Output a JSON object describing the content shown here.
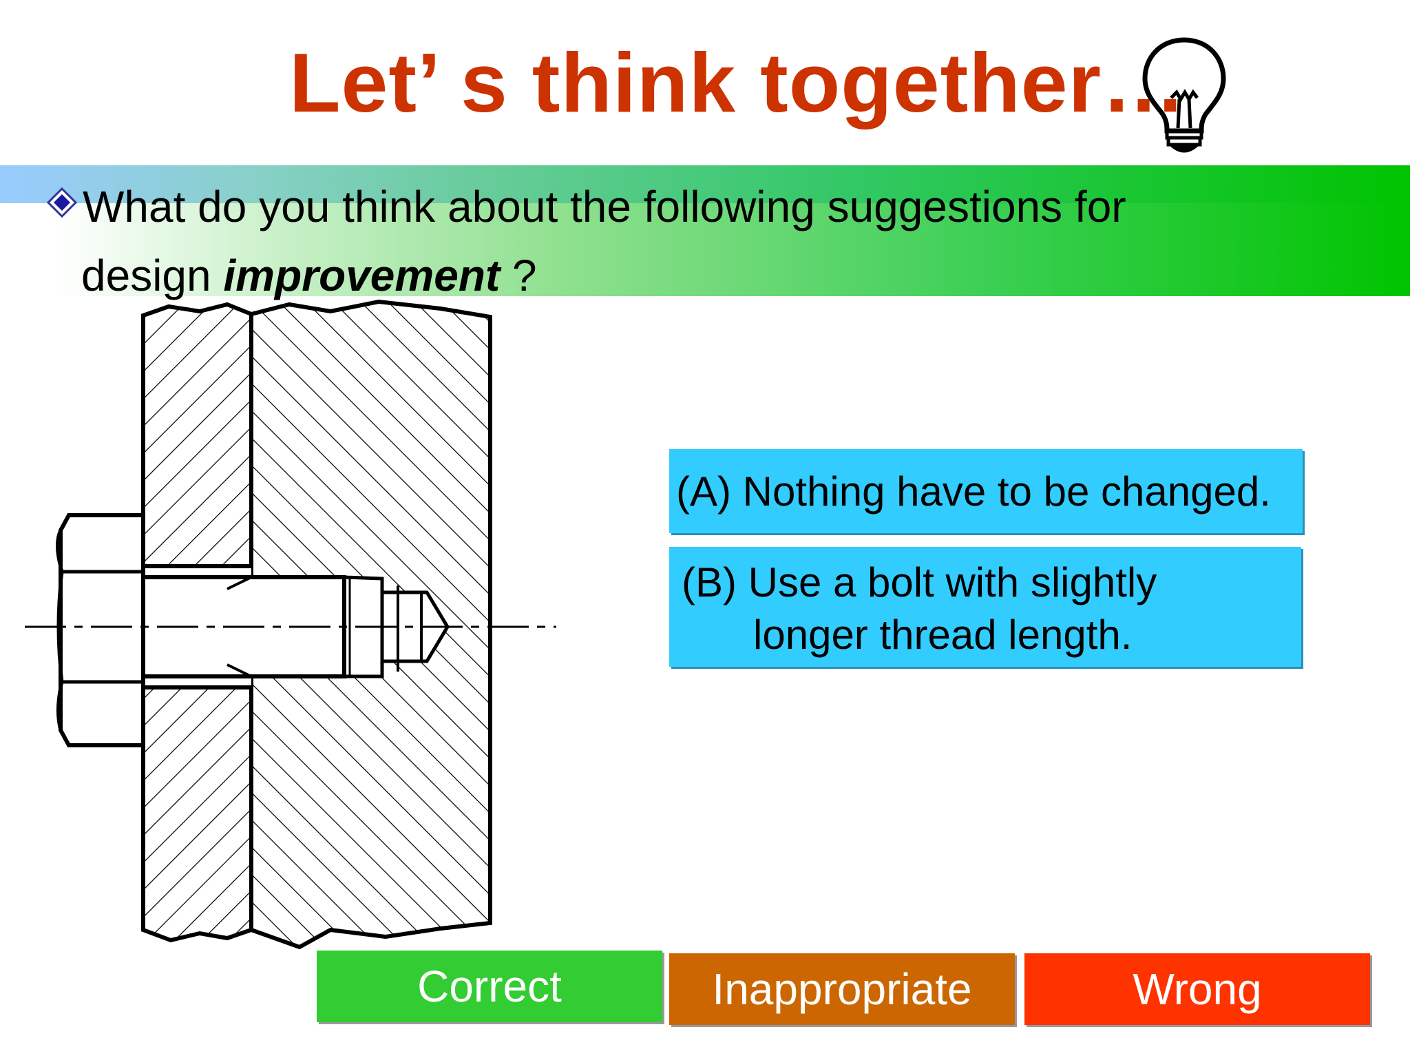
{
  "title": "Let’ s think together…",
  "icons": {
    "title_icon": "lightbulb-icon",
    "bullet_icon": "diamond-bullet-icon"
  },
  "question": {
    "line1": "What do you think about the following suggestions for",
    "line2_prefix": "design ",
    "line2_emphasis": "improvement",
    "line2_suffix": " ?"
  },
  "options": {
    "a": "(A) Nothing have to be changed.",
    "b_line1": "(B) Use a bolt with slightly",
    "b_line2": "longer thread length."
  },
  "answers": {
    "correct": "Correct",
    "inappropriate": "Inappropriate",
    "wrong": "Wrong"
  },
  "colors": {
    "title": "#cc3300",
    "option_bg": "#33ccff",
    "correct_bg": "#33cc33",
    "inappropriate_bg": "#cc6600",
    "wrong_bg": "#ff3300"
  }
}
